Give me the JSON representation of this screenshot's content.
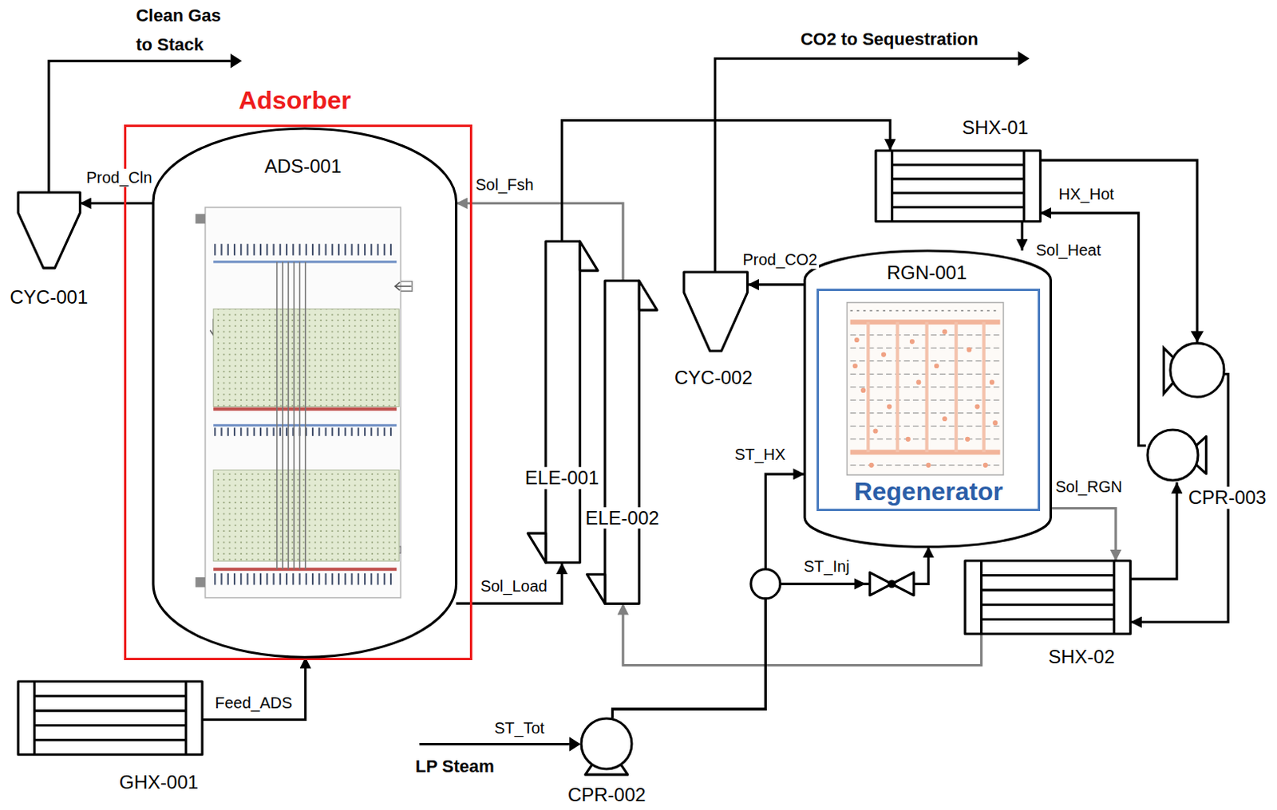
{
  "diagram": {
    "nodes": [
      {
        "text": [
          "Adsorber"
        ]
      },
      {
        "text": [
          "ADS-001"
        ],
        "in": 0
      },
      {
        "text": [
          "CYC-001"
        ]
      },
      {
        "text": [
          "ELE-001"
        ]
      },
      {
        "text": [
          "ELE-002"
        ]
      },
      {
        "text": [
          "SHX-01"
        ]
      },
      {
        "text": [
          "CYC-002"
        ]
      },
      {
        "text": [
          "RGN-001"
        ]
      },
      {
        "text": [
          "Regenerator"
        ],
        "in": 7
      },
      {
        "text": [
          "CPR-003"
        ]
      },
      {
        "text": [
          "SHX-02"
        ]
      },
      {
        "text": [
          "GHX-001"
        ]
      },
      {
        "text": [
          "CPR-002"
        ]
      }
    ],
    "edges": [
      {
        "from": 1,
        "to": 2,
        "label": "Prod_Cln",
        "arrow": "to"
      },
      {
        "from": 4,
        "to": 1,
        "label": "Sol_Fsh",
        "arrow": "to"
      },
      {
        "from": 1,
        "to": 3,
        "label": "Sol_Load",
        "arrow": "to"
      },
      {
        "from": 3,
        "to": 5,
        "arrow": "to"
      },
      {
        "from": 5,
        "to": 7,
        "label": "Sol_Heat",
        "arrow": "to"
      },
      {
        "from": 7,
        "to": 6,
        "label": "Prod_CO2",
        "arrow": "to"
      },
      {
        "from": 5,
        "to": 10,
        "arrow": "to"
      },
      {
        "from": 10,
        "to": 9,
        "arrow": "to"
      },
      {
        "from": 9,
        "to": 5,
        "label": "HX_Hot",
        "arrow": "to"
      },
      {
        "from": 7,
        "to": 10,
        "label": "Sol_RGN",
        "arrow": "to"
      },
      {
        "from": 10,
        "to": 4,
        "arrow": "to"
      },
      {
        "from": 12,
        "to": 7,
        "label": "ST_HX",
        "arrow": "to"
      },
      {
        "from": 12,
        "to": 7,
        "label": "ST_Inj",
        "arrow": "to"
      },
      {
        "from": 11,
        "to": 1,
        "label": "Feed_ADS",
        "arrow": "to"
      }
    ],
    "labels": [
      "Clean Gas to Stack",
      "CO2 to Sequestration",
      "ST_Tot",
      "LP Steam"
    ]
  }
}
